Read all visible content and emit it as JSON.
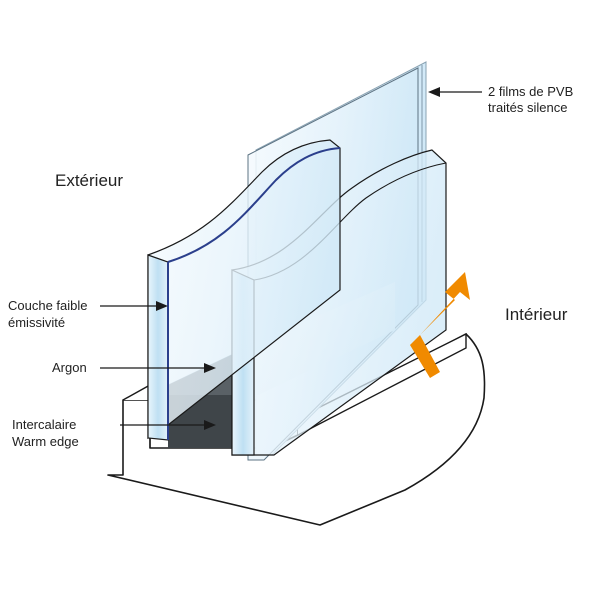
{
  "labels": {
    "exterior": "Extérieur",
    "interior": "Intérieur",
    "pvb_line1": "2 films de PVB",
    "pvb_line2": "traités silence",
    "lowe_line1": "Couche faible",
    "lowe_line2": "émissivité",
    "argon": "Argon",
    "spacer_line1": "Intercalaire",
    "spacer_line2": "Warm edge"
  },
  "colors": {
    "outline": "#1a1a1a",
    "glass_edge": "#cfe6f4",
    "glass_light": "#eef7fc",
    "lowe_coating": "#2b3f8c",
    "spacer": "#3f4549",
    "heat_arrow": "#f08a00"
  }
}
